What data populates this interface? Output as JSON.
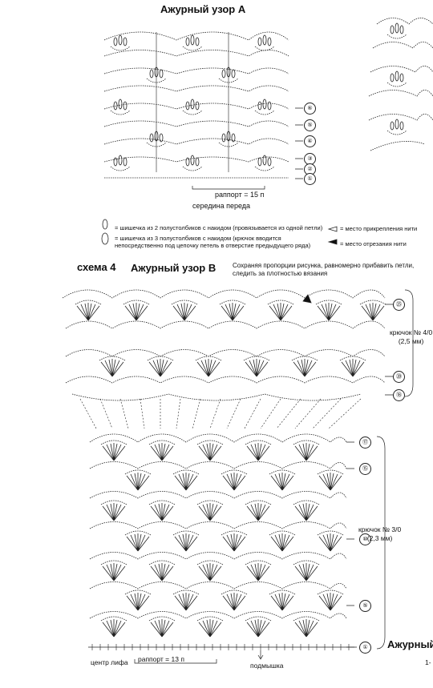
{
  "pattern_a": {
    "title": "Ажурный узор А",
    "rapport": "раппорт = 15 п",
    "center": "середина переда",
    "rows": [
      "①",
      "②",
      "③",
      "④",
      "⑤",
      "⑥"
    ]
  },
  "legend": {
    "item1": "= шишечка из 2 полустолбиков с накидом (провязывается из одной петли)",
    "item2": "= шишечка из 3 полустолбиков с накидом (крючок вводится непосредственно под цепочку петель в отверстие предыдущего ряда)",
    "attach": "= место прикрепления нити",
    "cut": "= место отрезания нити"
  },
  "pattern_b": {
    "schema_label": "схема 4",
    "title": "Ажурный узор В",
    "note": "Сохраняя пропорции рисунка, равномерно прибавить петли, следить за плотностью вязания",
    "upper_rows": [
      "㉕",
      "⑳",
      "⑱"
    ],
    "lower_rows": [
      "⑰",
      "⑮",
      "⑩",
      "⑤",
      "①"
    ],
    "hook_upper": [
      "крючок № 4/0",
      "(2,5 мм)"
    ],
    "hook_lower": [
      "крючок № 3/0",
      "(2,3 мм)"
    ],
    "title_cut": "Ажурный у",
    "center": "центр лифа",
    "rapport": "раппорт = 13 п",
    "armpit": "подмышка",
    "page_num": "1-"
  }
}
